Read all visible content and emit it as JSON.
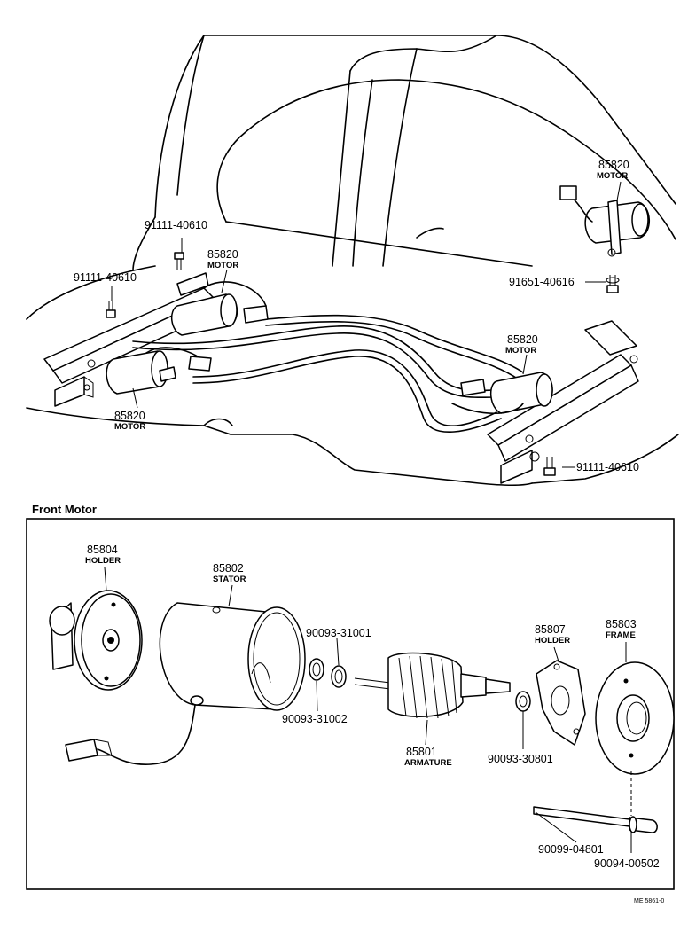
{
  "top_view": {
    "motor_right_upper": {
      "part_no": "85820",
      "name": "MOTOR"
    },
    "motor_center_left": {
      "part_no": "85820",
      "name": "MOTOR"
    },
    "motor_center_right": {
      "part_no": "85820",
      "name": "MOTOR"
    },
    "motor_front_left": {
      "part_no": "85820",
      "name": "MOTOR"
    },
    "bolt_upper": {
      "part_no": "91111-40610"
    },
    "bolt_left": {
      "part_no": "91111-40610"
    },
    "bolt_right": {
      "part_no": "91111-40610"
    },
    "bolt_with_washer": {
      "part_no": "91651-40616"
    }
  },
  "front_motor": {
    "section_title": "Front Motor",
    "holder": {
      "part_no": "85804",
      "name": "HOLDER"
    },
    "stator": {
      "part_no": "85802",
      "name": "STATOR"
    },
    "washer_a": {
      "part_no": "90093-31001"
    },
    "washer_b": {
      "part_no": "90093-31002"
    },
    "armature": {
      "part_no": "85801",
      "name": "ARMATURE"
    },
    "brush_holder": {
      "part_no": "85807",
      "name": "HOLDER"
    },
    "frame": {
      "part_no": "85803",
      "name": "FRAME"
    },
    "washer_c": {
      "part_no": "90093-30801"
    },
    "through_bolt": {
      "part_no": "90099-04801"
    },
    "bolt_washer": {
      "part_no": "90094-00502"
    }
  },
  "figure_code": "ME 5861-0"
}
